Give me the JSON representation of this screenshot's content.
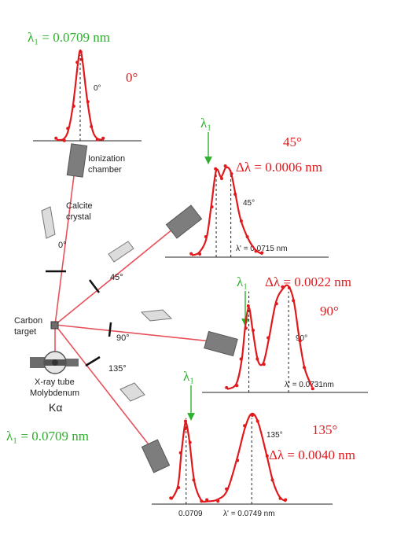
{
  "colors": {
    "beam": "#e8515a",
    "curve": "#e0191c",
    "points": "#e0191c",
    "lambda_text": "#2db02d",
    "delta_text": "#e0191c",
    "device": "#7d7d7d",
    "axis": "#222222"
  },
  "labels": {
    "lambda1_top": "λ₁ = 0.0709 nm",
    "lambda1_left": "λ₁ = 0.0709 nm",
    "lambda1_short": "λ₁",
    "angle_0_red": "0°",
    "angle_45_red": "45°",
    "angle_90_red": "90°",
    "angle_135_red": "135°",
    "delta_45": "Δλ = 0.0006 nm",
    "delta_90": "Δλ = 0.0022 nm",
    "delta_135": "Δλ = 0.0040 nm",
    "ionization": "Ionization",
    "chamber": "chamber",
    "calcite": "Calcite",
    "crystal": "crystal",
    "carbon": "Carbon",
    "target": "target",
    "xray_tube": "X-ray tube",
    "molybdenum": "Molybdenum",
    "kalpha": "Kα",
    "beam_0": "0°",
    "beam_45": "45°",
    "beam_90": "90°",
    "beam_135": "135°",
    "plot_0_angle": "0°",
    "plot_45_angle": "45°",
    "plot_90_angle": "90°",
    "plot_135_angle": "135°",
    "plot_45_lambda": "λ' = 0.0715 nm",
    "plot_90_lambda": "λ' = 0.0731nm",
    "plot_135_tick": "0.0709",
    "plot_135_lambda": "λ' = 0.0749 nm"
  },
  "chart_data": [
    {
      "type": "line",
      "scattering_angle": "0°",
      "x": [
        0.0699,
        0.0702,
        0.0704,
        0.0706,
        0.0708,
        0.0709,
        0.071,
        0.0712,
        0.0714,
        0.0716,
        0.0719
      ],
      "y": [
        0.01,
        0.02,
        0.12,
        0.4,
        0.85,
        1.0,
        0.88,
        0.45,
        0.14,
        0.03,
        0.01
      ],
      "peaks": [
        0.0709
      ]
    },
    {
      "type": "line",
      "scattering_angle": "45°",
      "x": [
        0.0699,
        0.0702,
        0.0705,
        0.0707,
        0.0709,
        0.0711,
        0.0713,
        0.0715,
        0.0717,
        0.0719,
        0.0722,
        0.0725,
        0.0728
      ],
      "y": [
        0.02,
        0.05,
        0.2,
        0.55,
        0.92,
        0.85,
        0.95,
        0.9,
        0.65,
        0.4,
        0.2,
        0.08,
        0.03
      ],
      "peaks": [
        0.0709,
        0.0715
      ]
    },
    {
      "type": "line",
      "scattering_angle": "90°",
      "x": [
        0.0697,
        0.0702,
        0.0705,
        0.0707,
        0.0709,
        0.0711,
        0.0714,
        0.0717,
        0.072,
        0.0724,
        0.0728,
        0.0731,
        0.0734,
        0.0737,
        0.074,
        0.0744
      ],
      "y": [
        0.03,
        0.08,
        0.3,
        0.62,
        0.8,
        0.6,
        0.3,
        0.28,
        0.5,
        0.85,
        0.98,
        1.0,
        0.85,
        0.5,
        0.22,
        0.05
      ],
      "peaks": [
        0.0709,
        0.0731
      ]
    },
    {
      "type": "line",
      "scattering_angle": "135°",
      "x": [
        0.07,
        0.0704,
        0.0706,
        0.0708,
        0.0709,
        0.0711,
        0.0714,
        0.0718,
        0.0722,
        0.0728,
        0.0734,
        0.074,
        0.0745,
        0.0749,
        0.0753,
        0.0758,
        0.0762,
        0.0766,
        0.077
      ],
      "y": [
        0.05,
        0.2,
        0.55,
        0.85,
        0.9,
        0.7,
        0.25,
        0.05,
        0.03,
        0.05,
        0.15,
        0.5,
        0.85,
        1.0,
        0.9,
        0.55,
        0.25,
        0.08,
        0.03
      ],
      "peaks": [
        0.0709,
        0.0749
      ]
    }
  ]
}
